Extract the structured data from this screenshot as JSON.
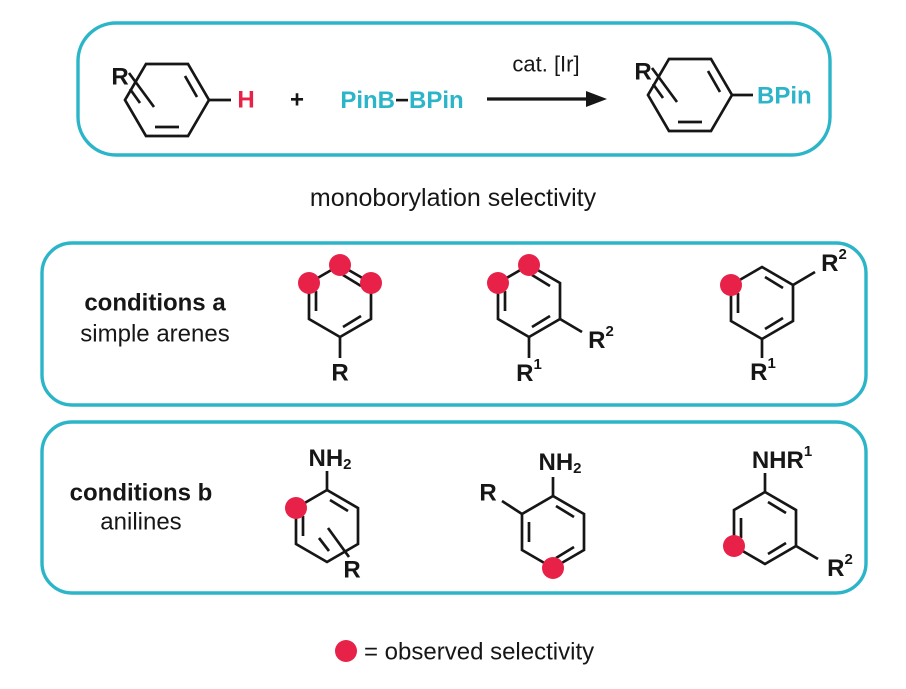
{
  "colors": {
    "teal": "#2cb5c9",
    "red": "#e82149",
    "ink": "#161616"
  },
  "top_scheme": {
    "reactant_r": "R",
    "reactant_h": "H",
    "plus": "+",
    "diboron_left": "PinB",
    "diboron_dash": "−",
    "diboron_right": "BPin",
    "catalyst": "cat. [Ir]",
    "product_r": "R",
    "product_bpin": "BPin"
  },
  "subtitle": "monoborylation selectivity",
  "panel_a": {
    "title": "conditions a",
    "subtitle": "simple arenes",
    "s1_r": "R",
    "s2_r1": "R",
    "s2_r1_sup": "1",
    "s2_r2": "R",
    "s2_r2_sup": "2",
    "s3_r1": "R",
    "s3_r1_sup": "1",
    "s3_r2": "R",
    "s3_r2_sup": "2"
  },
  "panel_b": {
    "title": "conditions b",
    "subtitle": "anilines",
    "s1_amine": "NH",
    "s1_amine_sub": "2",
    "s1_r": "R",
    "s2_amine": "NH",
    "s2_amine_sub": "2",
    "s2_r": "R",
    "s3_amine": "NHR",
    "s3_amine_sup": "1",
    "s3_r2": "R",
    "s3_r2_sup": "2"
  },
  "legend": {
    "text": "= observed selectivity"
  }
}
